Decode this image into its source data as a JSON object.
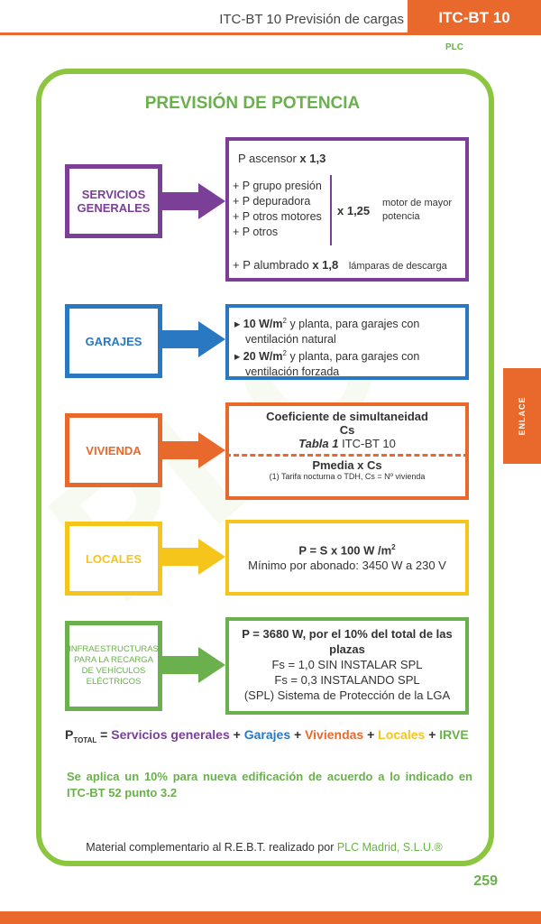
{
  "header": {
    "title": "ITC-BT 10 Previsión de cargas",
    "tab": "ITC-BT 10",
    "logo": "PLC"
  },
  "side_tab": "ENLACE",
  "heading": "PREVISIÓN DE POTENCIA",
  "colors": {
    "purple": "#7b3f98",
    "blue": "#2a78c2",
    "orange": "#e8692b",
    "yellow": "#f5c51b",
    "green": "#6ab04c"
  },
  "servicios": {
    "label": "SERVICIOS GENERALES",
    "line1": "P ascensor",
    "mult1": "x 1,3",
    "items": [
      "+ P grupo presión",
      "+ P depuradora",
      "+ P otros motores",
      "+ P otros"
    ],
    "mult2": "x 1,25",
    "note2": "motor de mayor potencia",
    "line_last": "+ P alumbrado",
    "mult3": "x 1,8",
    "note3": "lámparas de descarga"
  },
  "garajes": {
    "label": "GARAJES",
    "items": [
      {
        "bold": "10 W/m",
        "sup": "2",
        "rest": " y planta, para garajes con",
        "cont": "ventilación natural"
      },
      {
        "bold": "20 W/m",
        "sup": "2",
        "rest": " y planta, para garajes con",
        "cont": "ventilación forzada"
      }
    ]
  },
  "vivienda": {
    "label": "VIVIENDA",
    "l1": "Coeficiente de simultaneidad",
    "l2": "Cs",
    "l3a": "Tabla 1",
    "l3b": " ITC-BT 10",
    "l4": "Pmedia x Cs",
    "l5": "(1) Tarifa nocturna o TDH, Cs = Nº vivienda"
  },
  "locales": {
    "label": "LOCALES",
    "l1": "P = S x 100 W /m",
    "sup": "2",
    "l2": "Mínimo por abonado: 3450 W a 230 V"
  },
  "irve": {
    "label": "INFRAESTRUCTURAS PARA LA RECARGA DE VEHÍCULOS ELÉCTRICOS",
    "l1": "P = 3680 W, por el 10% del total de las",
    "l1b": "plazas",
    "l2": "Fs = 1,0 SIN INSTALAR SPL",
    "l3": "Fs = 0,3 INSTALANDO SPL",
    "l4": "(SPL) Sistema de Protección de la LGA"
  },
  "formula": {
    "p": "P",
    "sub": "TOTAL",
    "eq": " = ",
    "t1": "Servicios generales",
    "t2": "Garajes",
    "t3": "Viviendas",
    "t4": "Locales",
    "t5": "IRVE",
    "plus": " + "
  },
  "note": "Se aplica un 10% para nueva edificación de acuerdo a lo indicado en ITC-BT 52 punto 3.2",
  "footer": {
    "text": "Material complementario al R.E.B.T. realizado por ",
    "brand": "PLC Madrid, S.L.U.®"
  },
  "page_number": "259"
}
